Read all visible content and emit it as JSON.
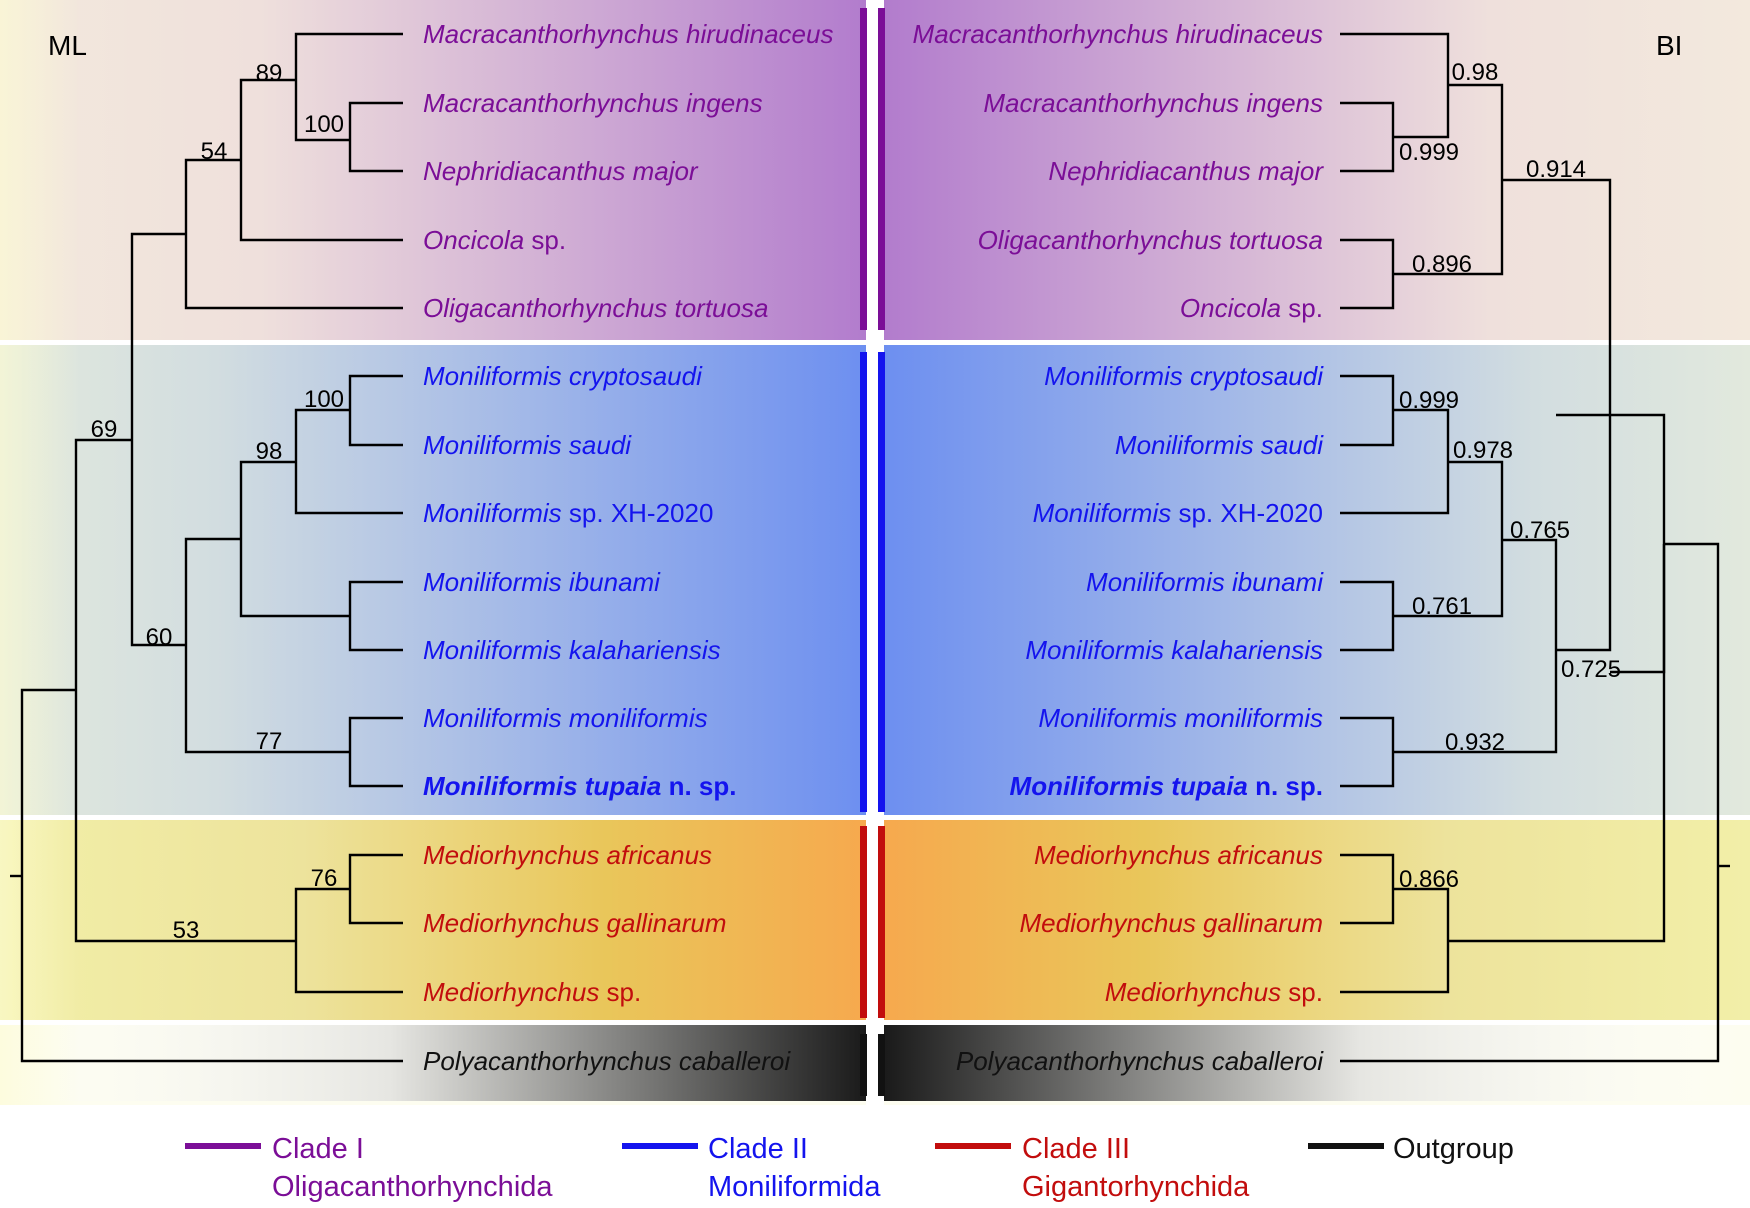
{
  "labels": {
    "ml": "ML",
    "bi": "BI"
  },
  "colors": {
    "clade1": "#7b0e97",
    "clade2": "#1414ee",
    "clade3": "#c20d0d",
    "outgroup": "#111111"
  },
  "ml_taxa": [
    {
      "genus": "Macracanthorhynchus hirudinaceus",
      "suffix": "",
      "clade": "I",
      "bold": false
    },
    {
      "genus": "Macracanthorhynchus ingens",
      "suffix": "",
      "clade": "I",
      "bold": false
    },
    {
      "genus": "Nephridiacanthus major",
      "suffix": "",
      "clade": "I",
      "bold": false
    },
    {
      "genus": "Oncicola",
      "suffix": " sp.",
      "clade": "I",
      "bold": false
    },
    {
      "genus": "Oligacanthorhynchus tortuosa",
      "suffix": "",
      "clade": "I",
      "bold": false
    },
    {
      "genus": "Moniliformis cryptosaudi",
      "suffix": "",
      "clade": "II",
      "bold": false
    },
    {
      "genus": "Moniliformis saudi",
      "suffix": "",
      "clade": "II",
      "bold": false
    },
    {
      "genus": "Moniliformis",
      "suffix": " sp. XH-2020",
      "clade": "II",
      "bold": false
    },
    {
      "genus": "Moniliformis ibunami",
      "suffix": "",
      "clade": "II",
      "bold": false
    },
    {
      "genus": "Moniliformis kalahariensis",
      "suffix": "",
      "clade": "II",
      "bold": false
    },
    {
      "genus": "Moniliformis moniliformis",
      "suffix": "",
      "clade": "II",
      "bold": false
    },
    {
      "genus": "Moniliformis tupaia",
      "suffix": " n. sp.",
      "clade": "II",
      "bold": true
    },
    {
      "genus": "Mediorhynchus africanus",
      "suffix": "",
      "clade": "III",
      "bold": false
    },
    {
      "genus": "Mediorhynchus gallinarum",
      "suffix": "",
      "clade": "III",
      "bold": false
    },
    {
      "genus": "Mediorhynchus",
      "suffix": " sp.",
      "clade": "III",
      "bold": false
    },
    {
      "genus": "Polyacanthorhynchus caballeroi",
      "suffix": "",
      "clade": "OUT",
      "bold": false
    }
  ],
  "bi_taxa": [
    {
      "genus": "Macracanthorhynchus hirudinaceus",
      "suffix": "",
      "clade": "I",
      "bold": false
    },
    {
      "genus": "Macracanthorhynchus ingens",
      "suffix": "",
      "clade": "I",
      "bold": false
    },
    {
      "genus": "Nephridiacanthus major",
      "suffix": "",
      "clade": "I",
      "bold": false
    },
    {
      "genus": "Oligacanthorhynchus tortuosa",
      "suffix": "",
      "clade": "I",
      "bold": false
    },
    {
      "genus": "Oncicola",
      "suffix": " sp.",
      "clade": "I",
      "bold": false
    },
    {
      "genus": "Moniliformis cryptosaudi",
      "suffix": "",
      "clade": "II",
      "bold": false
    },
    {
      "genus": "Moniliformis saudi",
      "suffix": "",
      "clade": "II",
      "bold": false
    },
    {
      "genus": "Moniliformis",
      "suffix": " sp. XH-2020",
      "clade": "II",
      "bold": false
    },
    {
      "genus": "Moniliformis ibunami",
      "suffix": "",
      "clade": "II",
      "bold": false
    },
    {
      "genus": "Moniliformis kalahariensis",
      "suffix": "",
      "clade": "II",
      "bold": false
    },
    {
      "genus": "Moniliformis moniliformis",
      "suffix": "",
      "clade": "II",
      "bold": false
    },
    {
      "genus": "Moniliformis tupaia",
      "suffix": " n. sp.",
      "clade": "II",
      "bold": true
    },
    {
      "genus": "Mediorhynchus africanus",
      "suffix": "",
      "clade": "III",
      "bold": false
    },
    {
      "genus": "Mediorhynchus gallinarum",
      "suffix": "",
      "clade": "III",
      "bold": false
    },
    {
      "genus": "Mediorhynchus",
      "suffix": " sp.",
      "clade": "III",
      "bold": false
    },
    {
      "genus": "Polyacanthorhynchus caballeroi",
      "suffix": "",
      "clade": "OUT",
      "bold": false
    }
  ],
  "ml_support": [
    "89",
    "100",
    "54",
    "69",
    "100",
    "98",
    "60",
    "77",
    "76",
    "53"
  ],
  "bi_support": [
    "0.98",
    "0.999",
    "0.914",
    "0.896",
    "0.999",
    "0.978",
    "0.765",
    "0.761",
    "0.725",
    "0.932",
    "0.866"
  ],
  "legend": [
    {
      "line1": "Clade I",
      "line2": "Oligacanthorhynchida",
      "clade": "I"
    },
    {
      "line1": "Clade II",
      "line2": "Moniliformida",
      "clade": "II"
    },
    {
      "line1": "Clade III",
      "line2": "Gigantorhynchida",
      "clade": "III"
    },
    {
      "line1": "Outgroup",
      "line2": "",
      "clade": "OUT"
    }
  ]
}
